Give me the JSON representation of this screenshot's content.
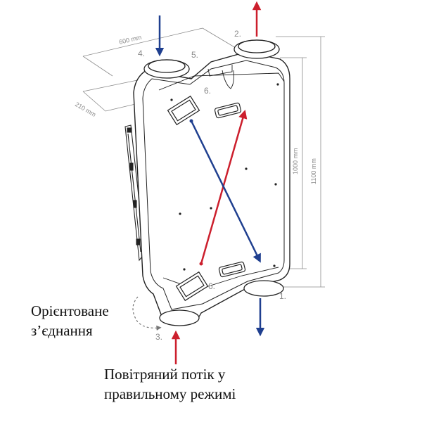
{
  "dimensions": {
    "width": "600 mm",
    "depth": "210 mm",
    "height_inner": "1000 mm",
    "height_outer": "1100 mm"
  },
  "port_numbers": {
    "p1": "1.",
    "p2": "2.",
    "p3": "3.",
    "p4": "4.",
    "p5": "5.",
    "p6_top": "6.",
    "p6_bottom": "6."
  },
  "captions": {
    "orientation_line1": "Орієнтоване",
    "orientation_line2": "з’єднання",
    "airflow_line1": "Повітряний потік у",
    "airflow_line2": "правильному режимі"
  },
  "colors": {
    "red_arrow": "#cc1f2d",
    "blue_arrow": "#1f3f8f",
    "outline": "#222222",
    "dimension": "#8a8a8a"
  }
}
